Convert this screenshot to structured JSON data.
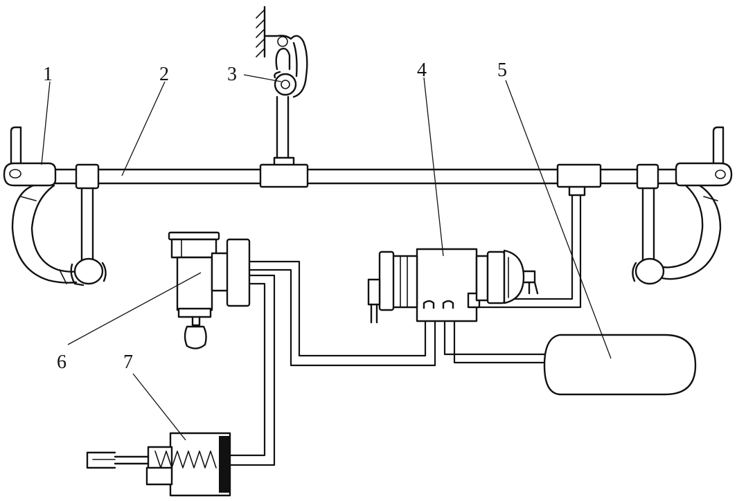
{
  "diagram": {
    "labels": [
      {
        "id": "1",
        "text": "1"
      },
      {
        "id": "2",
        "text": "2"
      },
      {
        "id": "3",
        "text": "3"
      },
      {
        "id": "4",
        "text": "4"
      },
      {
        "id": "5",
        "text": "5"
      },
      {
        "id": "6",
        "text": "6"
      },
      {
        "id": "7",
        "text": "7"
      }
    ],
    "colors": {
      "line": "#111111",
      "background": "#ffffff"
    }
  }
}
